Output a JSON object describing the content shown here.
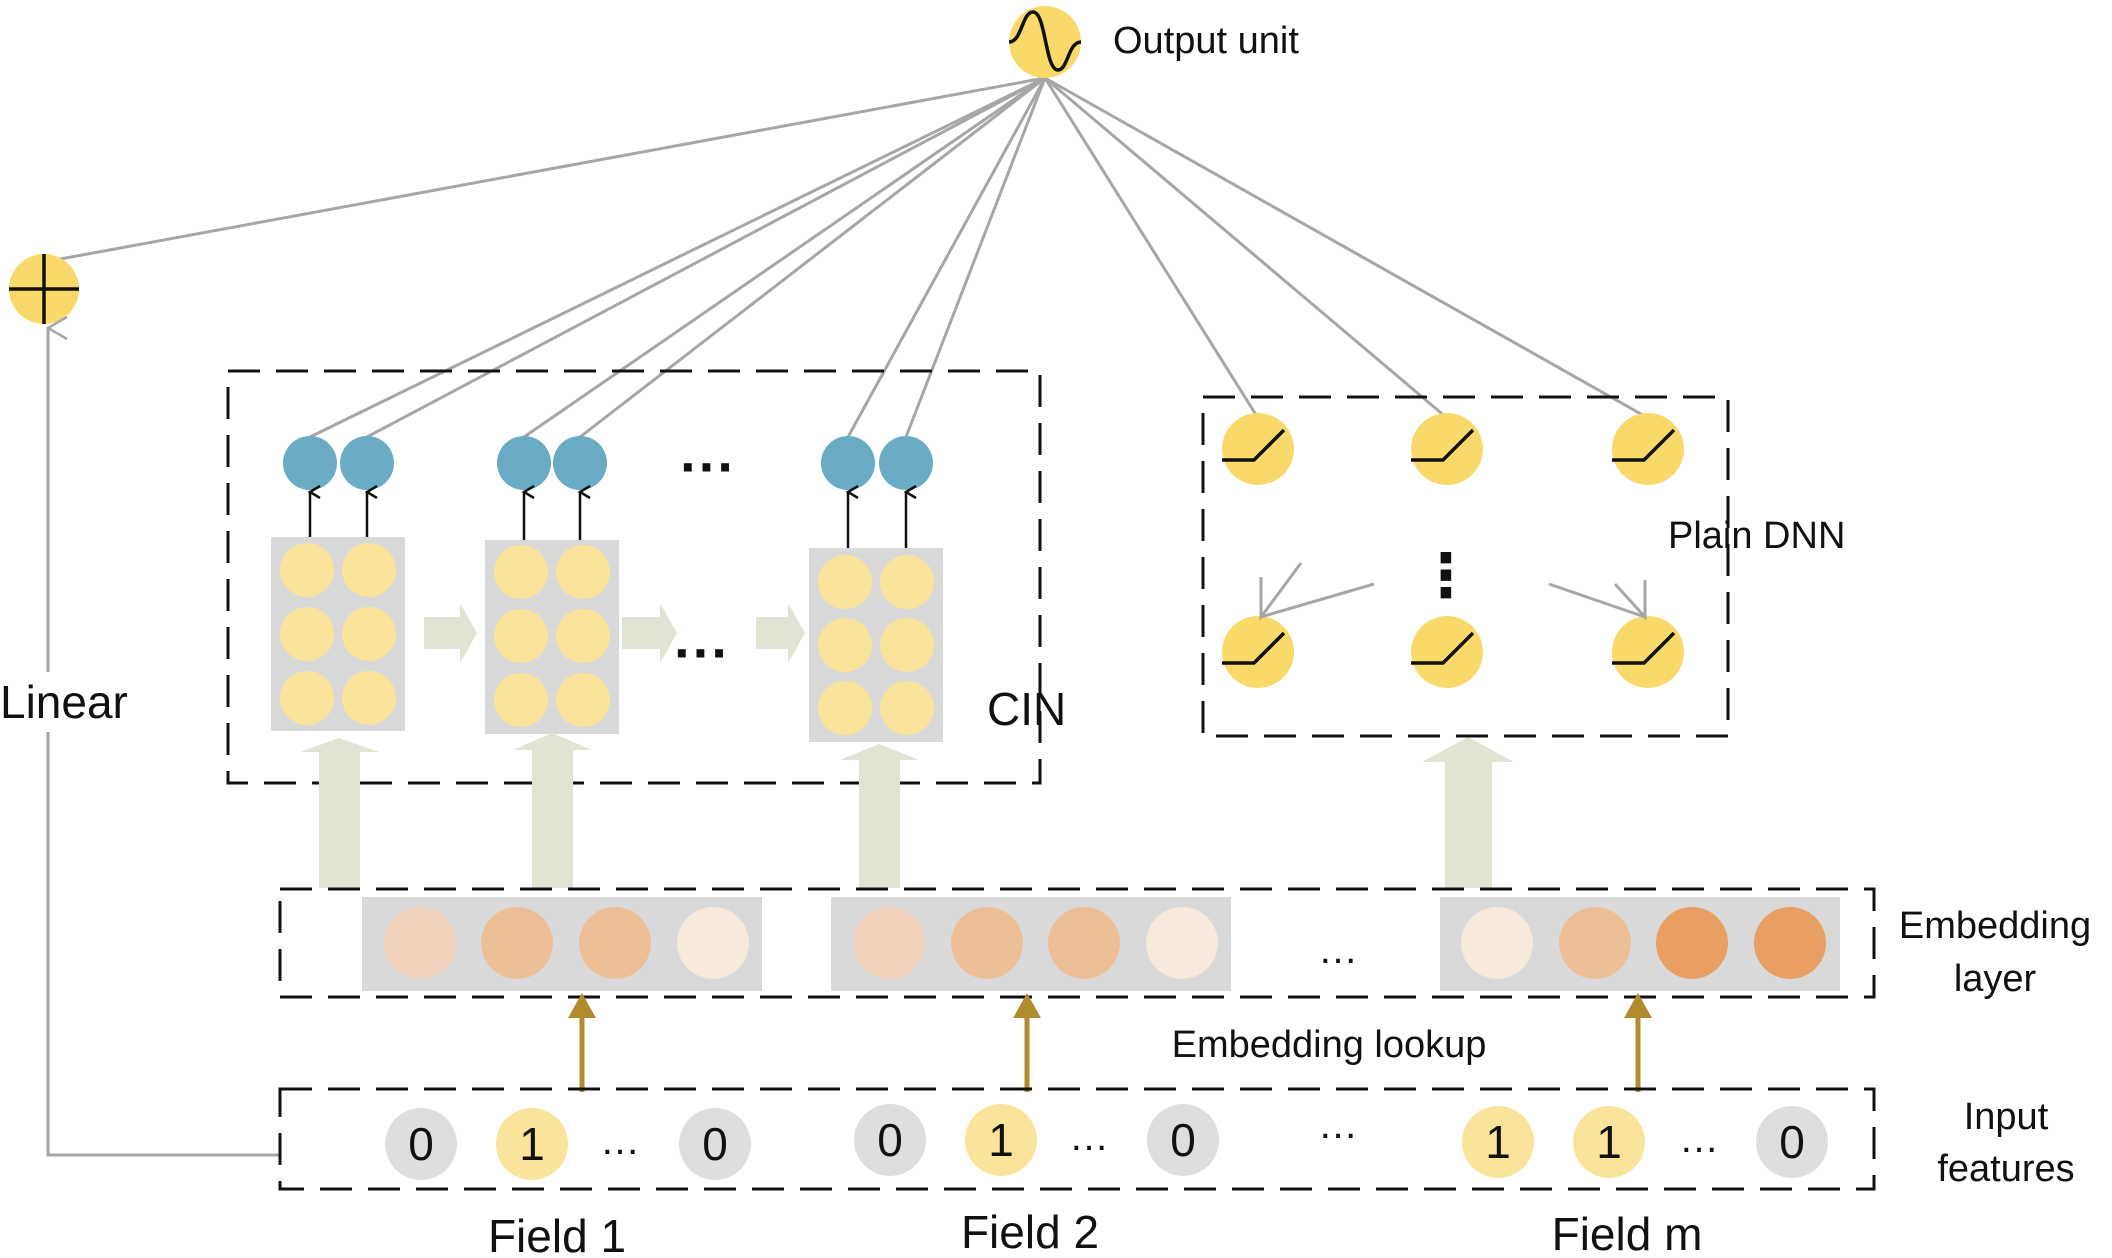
{
  "labels": {
    "output": "Output unit",
    "linear": "Linear",
    "cin": "CIN",
    "dnn": "Plain DNN",
    "emb_layer_1": "Embedding",
    "emb_layer_2": "layer",
    "emb_lookup": "Embedding lookup",
    "input_1": "Input",
    "input_2": "features",
    "ellipsis": "…",
    "ellipsis_big": "···",
    "vdots": "⋮"
  },
  "fields": [
    {
      "label": "Field 1",
      "inputs": [
        "0",
        "1",
        "…",
        "0"
      ]
    },
    {
      "label": "Field 2",
      "inputs": [
        "0",
        "1",
        "…",
        "0"
      ]
    },
    {
      "label": "Field m",
      "inputs": [
        "1",
        "1",
        "…",
        "0"
      ]
    }
  ],
  "colors": {
    "yellow": "#f9d96a",
    "pale_yellow": "#fae49c",
    "blue": "#6aabc5",
    "grey_circle": "#dedede",
    "panel": "#d9d9d9",
    "fat_arrow": "#dfe4d3",
    "gold_arrow": "#b08c2c",
    "line": "#a6a6a6",
    "emb_light": "#f2d4be",
    "emb_mid": "#edbf97",
    "emb_pale": "#f7e9dc",
    "emb_dark": "#e89f61"
  },
  "icons": {
    "output": "sigmoid-icon",
    "linear_sum": "plus-icon",
    "dnn_unit": "relu-icon"
  }
}
